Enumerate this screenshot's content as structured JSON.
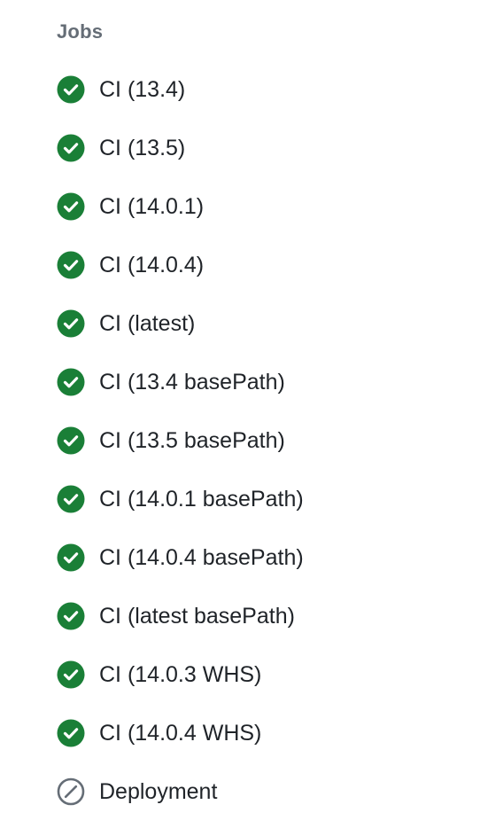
{
  "sidebar": {
    "heading": "Jobs",
    "colors": {
      "success": "#1a7f37",
      "skipped": "#656d76",
      "text": "#1f2328",
      "heading": "#656d76"
    },
    "jobs": [
      {
        "label": "CI (13.4)",
        "status": "success",
        "icon": "check-circle-fill-icon"
      },
      {
        "label": "CI (13.5)",
        "status": "success",
        "icon": "check-circle-fill-icon"
      },
      {
        "label": "CI (14.0.1)",
        "status": "success",
        "icon": "check-circle-fill-icon"
      },
      {
        "label": "CI (14.0.4)",
        "status": "success",
        "icon": "check-circle-fill-icon"
      },
      {
        "label": "CI (latest)",
        "status": "success",
        "icon": "check-circle-fill-icon"
      },
      {
        "label": "CI (13.4 basePath)",
        "status": "success",
        "icon": "check-circle-fill-icon"
      },
      {
        "label": "CI (13.5 basePath)",
        "status": "success",
        "icon": "check-circle-fill-icon"
      },
      {
        "label": "CI (14.0.1 basePath)",
        "status": "success",
        "icon": "check-circle-fill-icon"
      },
      {
        "label": "CI (14.0.4 basePath)",
        "status": "success",
        "icon": "check-circle-fill-icon"
      },
      {
        "label": "CI (latest basePath)",
        "status": "success",
        "icon": "check-circle-fill-icon"
      },
      {
        "label": "CI (14.0.3 WHS)",
        "status": "success",
        "icon": "check-circle-fill-icon"
      },
      {
        "label": "CI (14.0.4 WHS)",
        "status": "success",
        "icon": "check-circle-fill-icon"
      },
      {
        "label": "Deployment",
        "status": "skipped",
        "icon": "skip-circle-icon"
      }
    ]
  }
}
